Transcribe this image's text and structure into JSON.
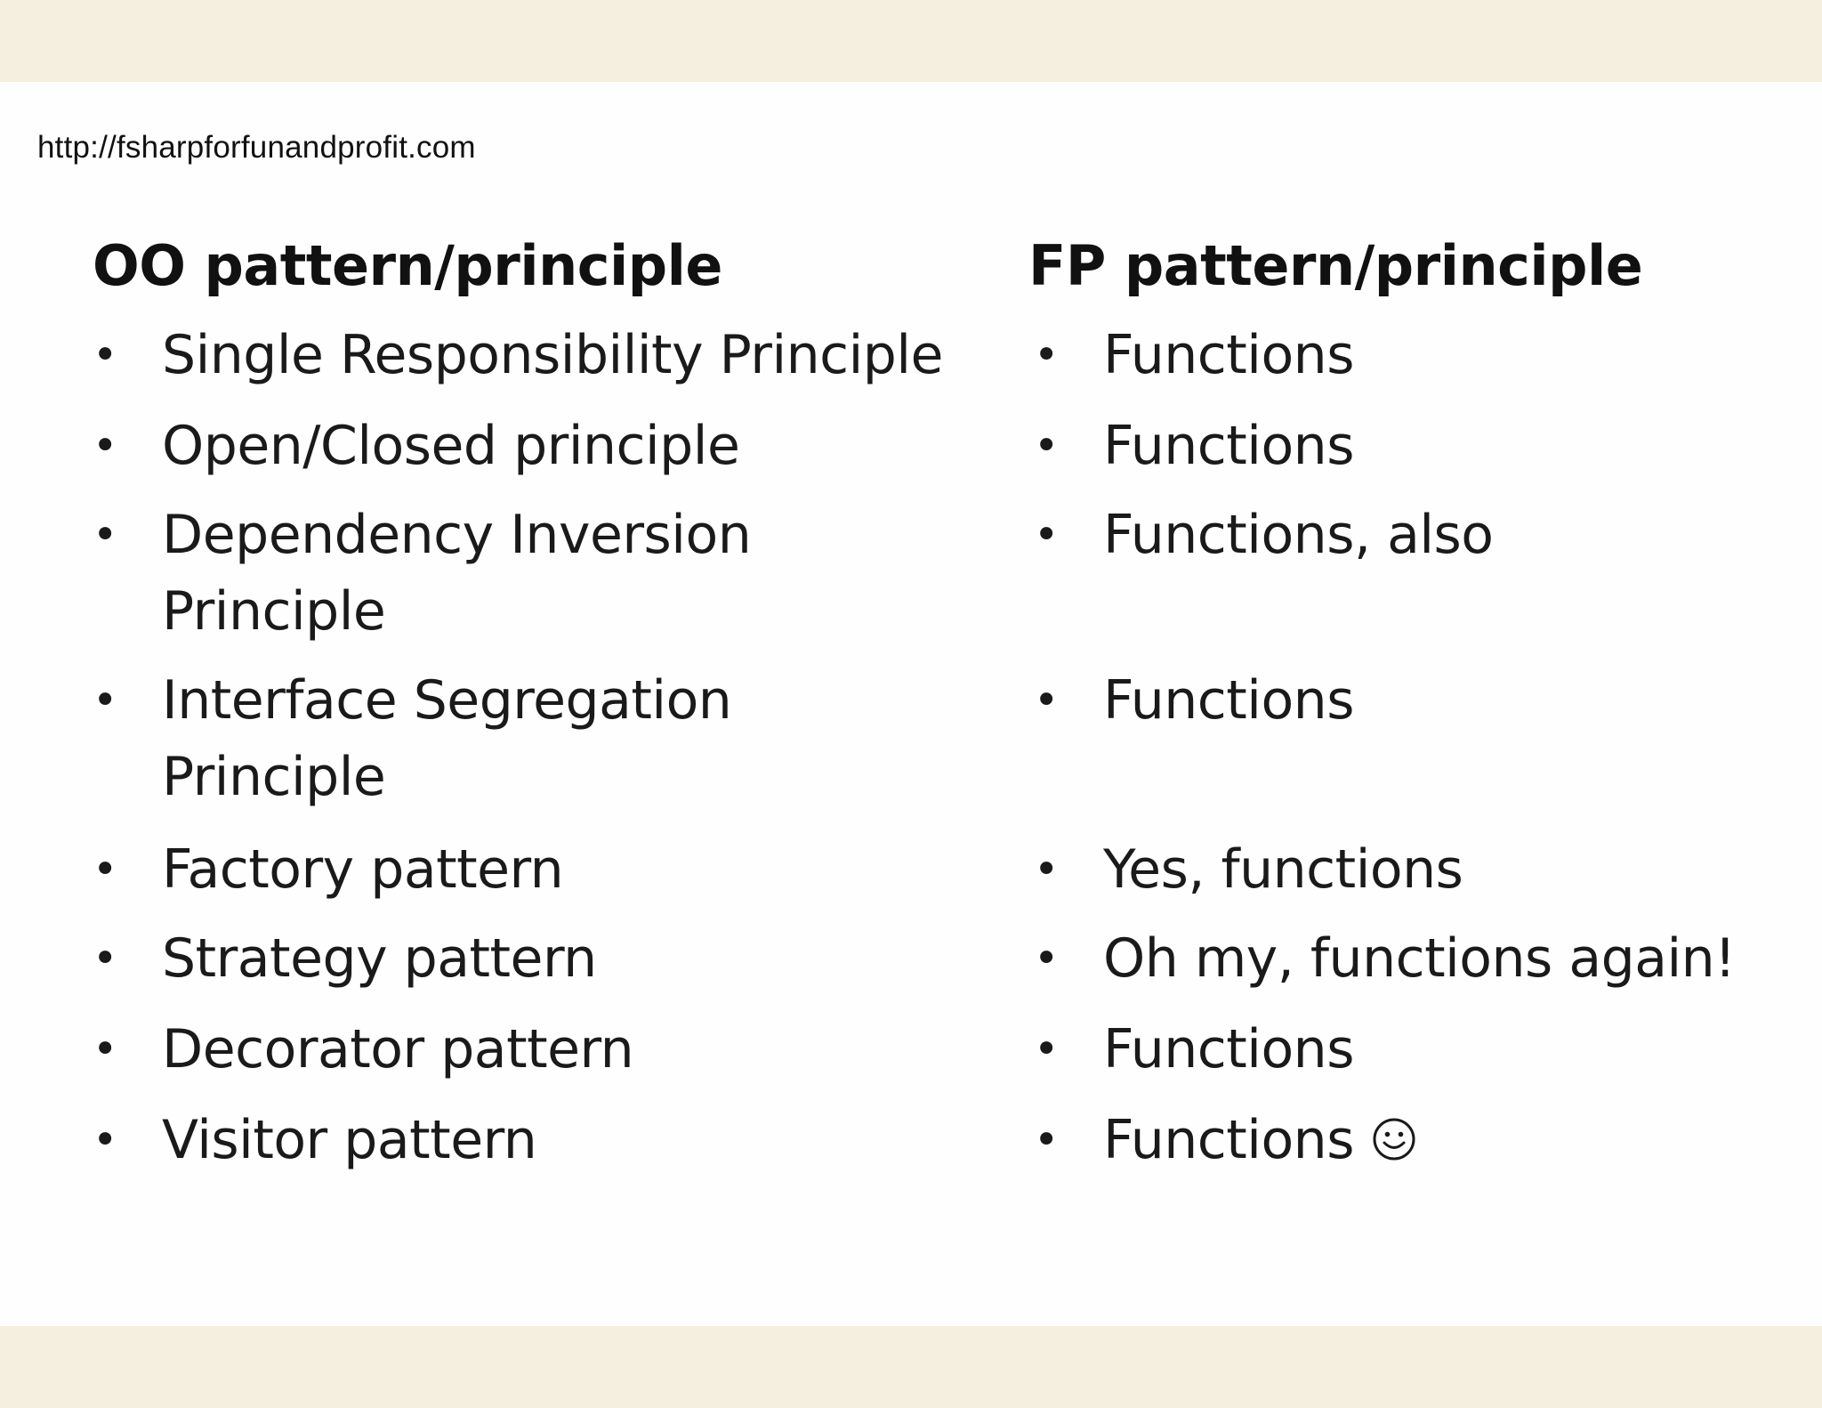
{
  "source_url": "http://fsharpforfunandprofit.com",
  "headings": {
    "oo": "OO pattern/principle",
    "fp": "FP pattern/principle"
  },
  "bullet_glyph": "•",
  "oo_items": [
    {
      "line1": "Single Responsibility Principle",
      "line2": ""
    },
    {
      "line1": "Open/Closed principle",
      "line2": ""
    },
    {
      "line1": "Dependency Inversion",
      "line2": "Principle"
    },
    {
      "line1": "Interface Segregation",
      "line2": "Principle"
    },
    {
      "line1": "Factory pattern",
      "line2": ""
    },
    {
      "line1": "Strategy pattern",
      "line2": ""
    },
    {
      "line1": "Decorator pattern",
      "line2": ""
    },
    {
      "line1": "Visitor pattern",
      "line2": ""
    }
  ],
  "fp_items": [
    {
      "text": "Functions"
    },
    {
      "text": "Functions"
    },
    {
      "text": "Functions, also"
    },
    {
      "text": "Functions"
    },
    {
      "text": "Yes, functions"
    },
    {
      "text": "Oh my, functions again!"
    },
    {
      "text": "Functions"
    },
    {
      "text": "Functions",
      "icon": "smiley-face-icon"
    }
  ]
}
